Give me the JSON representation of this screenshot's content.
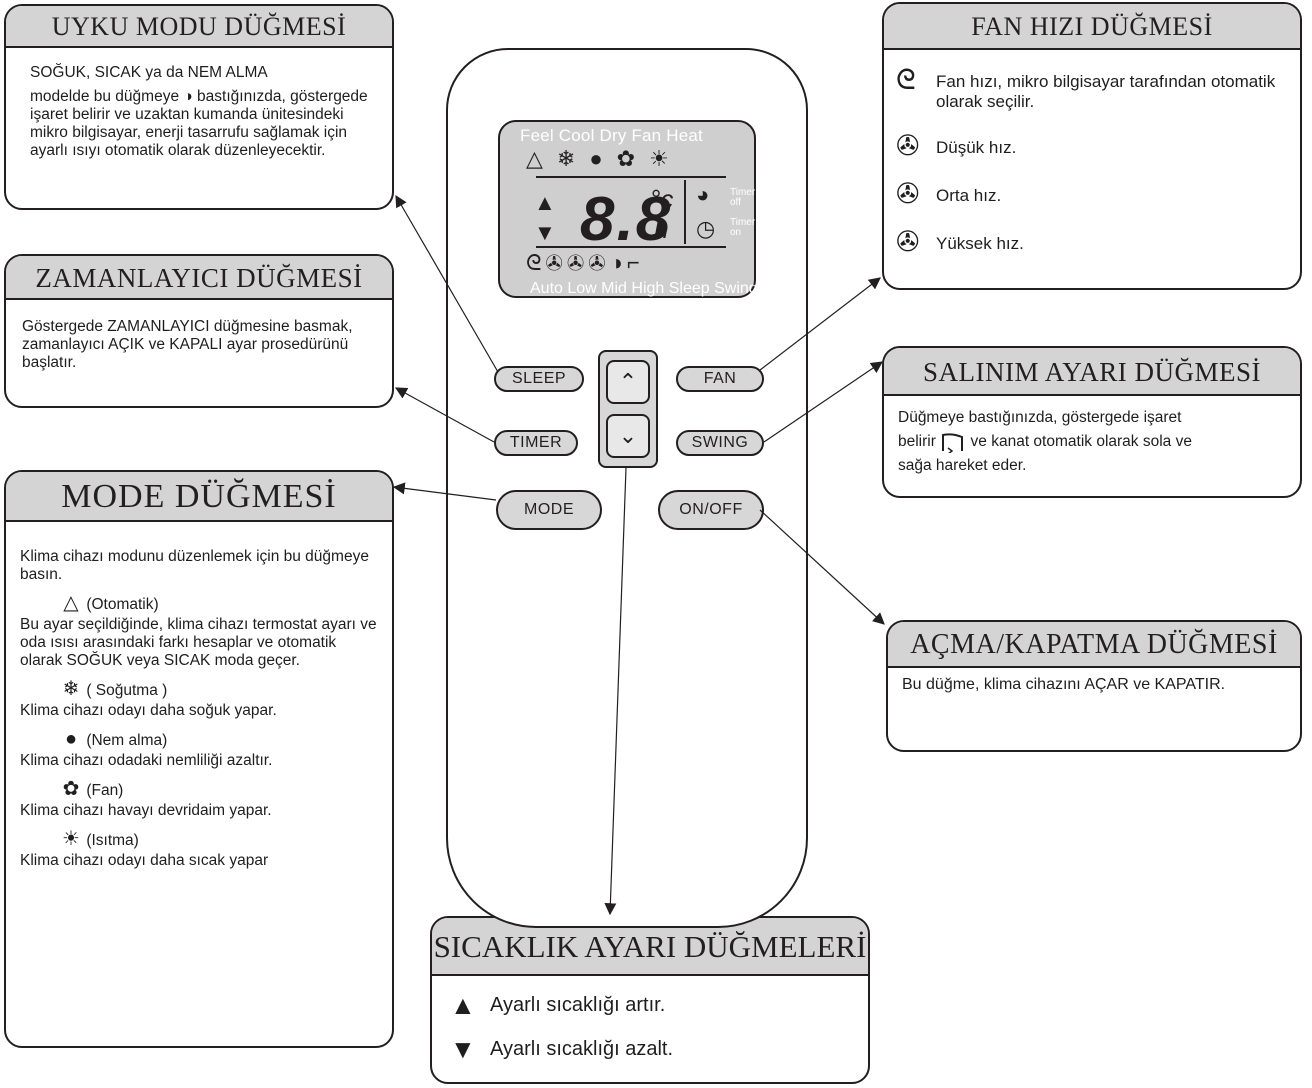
{
  "sleep": {
    "title": "UYKU MODU DÜĞMESİ",
    "line1": "SOĞUK, SICAK ya da NEM ALMA",
    "line2": "modelde bu düğmeye ◑ bastığınızda, göstergede işaret belirir ve uzaktan kumanda ünitesindeki mikro bilgisayar, enerji tasarrufu sağlamak için ayarlı ısıyı otomatik olarak düzenleyecektir."
  },
  "timer": {
    "title": "ZAMANLAYICI DÜĞMESİ",
    "text": "Göstergede ZAMANLAYICI düğmesine basmak, zamanlayıcı AÇIK ve KAPALI ayar prosedürünü başlatır."
  },
  "mode": {
    "title": "MODE DÜĞMESİ",
    "intro": "Klima cihazı modunu düzenlemek için bu düğmeye basın.",
    "items": [
      {
        "icon": "△",
        "label": "(Otomatik)",
        "desc": "Bu ayar seçildiğinde, klima cihazı termostat ayarı ve oda ısısı arasındaki farkı hesaplar ve otomatik olarak SOĞUK veya SICAK moda geçer."
      },
      {
        "icon": "❄",
        "label": "( Soğutma )",
        "desc": "Klima cihazı odayı daha soğuk yapar."
      },
      {
        "icon": "●",
        "label": "(Nem alma)",
        "desc": "Klima cihazı odadaki nemliliği azaltır."
      },
      {
        "icon": "✿",
        "label": "(Fan)",
        "desc": "Klima cihazı havayı devridaim yapar."
      },
      {
        "icon": "☀",
        "label": "(Isıtma)",
        "desc": "Klima cihazı odayı daha sıcak yapar"
      }
    ]
  },
  "fan": {
    "title": "FAN HIZI DÜĞMESİ",
    "rows": [
      {
        "icon": "ᘓ",
        "text": "Fan hızı, mikro bilgisayar tarafından otomatik olarak seçilir."
      },
      {
        "icon": "✇",
        "text": "Düşük hız."
      },
      {
        "icon": "✇",
        "text": "Orta hız."
      },
      {
        "icon": "✇",
        "text": "Yüksek hız."
      }
    ]
  },
  "swing": {
    "title": "SALINIM AYARI DÜĞMESİ",
    "line1": "Düğmeye bastığınızda, göstergede işaret",
    "line2a": "belirir",
    "line2b": "ve kanat otomatik olarak sola ve",
    "line3": "sağa hareket eder."
  },
  "onoff": {
    "title": "AÇMA/KAPATMA DÜĞMESİ",
    "text": "Bu düğme, klima cihazını AÇAR ve KAPATIR."
  },
  "temp": {
    "title": "SICAKLIK AYARI DÜĞMELERİ",
    "up": "Ayarlı sıcaklığı artır.",
    "down": "Ayarlı sıcaklığı azalt."
  },
  "remote": {
    "lcd_modes": "Feel Cool Dry Fan Heat",
    "lcd_fans": "Auto Low Mid High Sleep Swing",
    "digits": "8.8",
    "unit_c": "°c",
    "unit_h": "h",
    "timer_off": "Timer off",
    "timer_on": "Timer on",
    "buttons": {
      "sleep": "SLEEP",
      "timer": "TIMER",
      "mode": "MODE",
      "fan": "FAN",
      "swing": "SWING",
      "onoff": "ON/OFF"
    }
  }
}
